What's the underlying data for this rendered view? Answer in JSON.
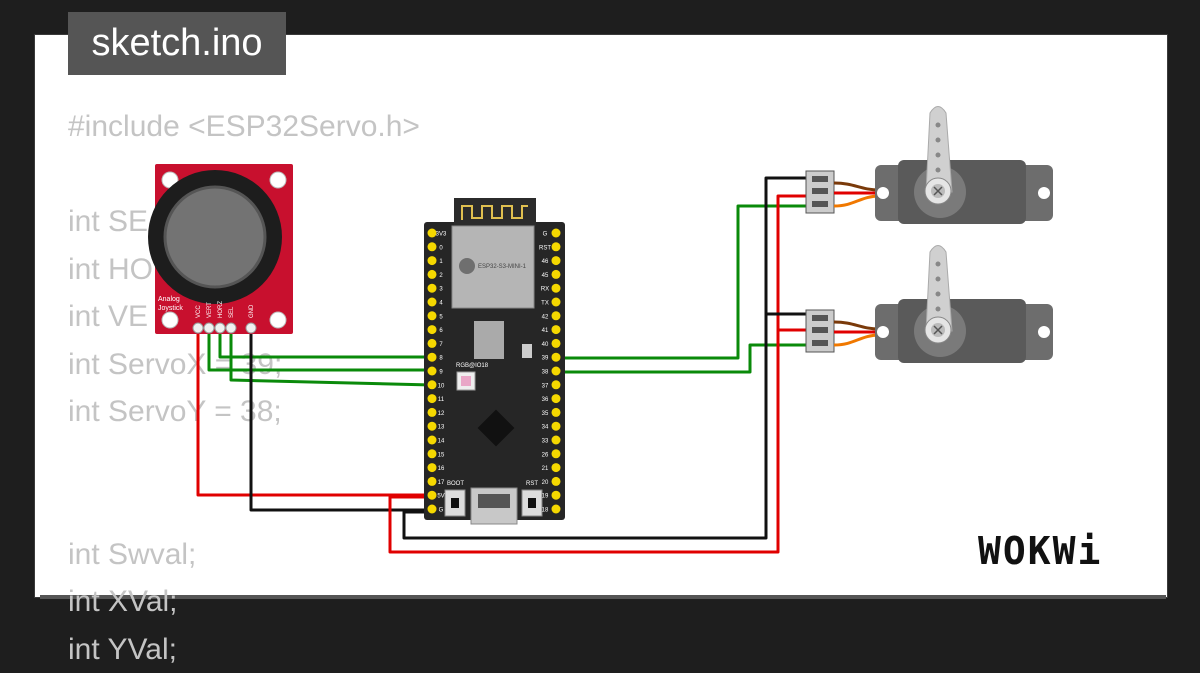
{
  "title": "sketch.ino",
  "code_lines": [
    "#include <ESP32Servo.h>",
    "",
    "int SE",
    "int HO",
    "int VE",
    "int ServoX = 39;",
    "int ServoY = 38;",
    "",
    "",
    "int Swval;",
    "int XVal;",
    "int YVal;"
  ],
  "joystick": {
    "name_line1": "Analog",
    "name_line2": "Joystick",
    "pins": [
      "VCC",
      "VERT",
      "HORZ",
      "SEL",
      "GND"
    ]
  },
  "board": {
    "module_label": "ESP32-S3-MINI-1",
    "rgb_label": "RGB@IO18",
    "boot_label": "BOOT",
    "rst_label": "RST",
    "left_pins": [
      "3V3",
      "0",
      "1",
      "2",
      "3",
      "4",
      "5",
      "6",
      "7",
      "8",
      "9",
      "10",
      "11",
      "12",
      "13",
      "14",
      "15",
      "16",
      "17",
      "5V",
      "G"
    ],
    "right_pins": [
      "G",
      "RST",
      "46",
      "45",
      "RX",
      "TX",
      "42",
      "41",
      "40",
      "39",
      "38",
      "37",
      "36",
      "35",
      "34",
      "33",
      "26",
      "21",
      "20",
      "19",
      "18"
    ]
  },
  "logo": "WOKWi",
  "colors": {
    "background": "#1e1e1e",
    "code_text": "#c4c4c4",
    "joystick_pcb": "#c8102e",
    "board": "#262626",
    "pin_pad": "#f5d800",
    "wire_green": "#0a8a0a",
    "wire_red": "#e00000",
    "wire_black": "#111111",
    "servo_body": "#6d6d6d",
    "servo_horn": "#d0d0d0"
  }
}
